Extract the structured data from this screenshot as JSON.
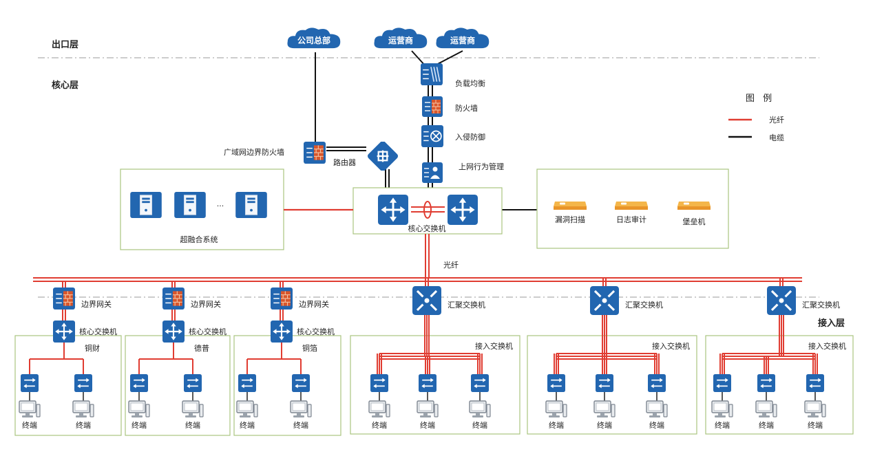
{
  "layers": {
    "exit": "出口层",
    "core": "核心层",
    "access": "接入层"
  },
  "clouds": {
    "hq": "公司总部",
    "isp1": "运营商",
    "isp2": "运营商"
  },
  "security_chain": {
    "load_balance": "负载均衡",
    "firewall": "防火墙",
    "ips": "入侵防御",
    "behavior_mgmt": "上网行为管理"
  },
  "wan": {
    "firewall": "广域网边界防火墙",
    "router": "路由器"
  },
  "core": {
    "switch": "核心交换机",
    "fiber_label": "光纤"
  },
  "hci": {
    "title": "超融合系统",
    "ellipsis": "..."
  },
  "security_tools": {
    "vuln_scan": "漏洞扫描",
    "log_audit": "日志审计",
    "bastion": "堡垒机"
  },
  "legend": {
    "title": "图 例",
    "fiber": "光纤",
    "cable": "电缆",
    "fiber_color": "#e03c31",
    "cable_color": "#111111"
  },
  "branches": [
    {
      "gateway": "边界网关",
      "core": "核心交换机",
      "name": "铜财",
      "terminals": [
        "终端",
        "终端"
      ]
    },
    {
      "gateway": "边界网关",
      "core": "核心交换机",
      "name": "德普",
      "terminals": [
        "终端",
        "终端"
      ]
    },
    {
      "gateway": "边界网关",
      "core": "核心交换机",
      "name": "铜箔",
      "terminals": [
        "终端",
        "终端"
      ]
    }
  ],
  "aggregations": [
    {
      "agg": "汇聚交换机",
      "access": "接入交换机",
      "terminals": [
        "终端",
        "终端",
        "终端"
      ]
    },
    {
      "agg": "汇聚交换机",
      "access": "接入交换机",
      "terminals": [
        "终端",
        "终端",
        "终端"
      ]
    },
    {
      "agg": "汇聚交换机",
      "access": "接入交换机",
      "terminals": [
        "终端",
        "终端",
        "终端"
      ]
    }
  ],
  "colors": {
    "device_blue": "#2266b0",
    "device_dark": "#1a4f8c",
    "box_border": "#a9c47f",
    "fiber": "#e03c31",
    "appliance": "#f0a830"
  }
}
